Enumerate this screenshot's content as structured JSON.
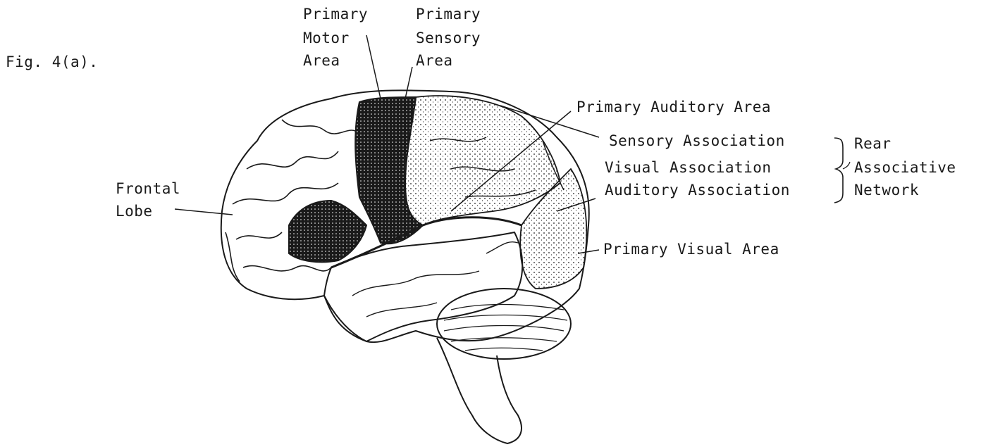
{
  "figure": {
    "caption": "Fig. 4(a).",
    "labels": {
      "primary_motor": [
        "Primary",
        "Motor",
        "Area"
      ],
      "primary_sensory": [
        "Primary",
        "Sensory",
        "Area"
      ],
      "primary_auditory": "Primary Auditory Area",
      "sensory_association": "Sensory Association",
      "visual_association": "Visual Association",
      "auditory_association": "Auditory Association",
      "rear_network": [
        "Rear",
        "Associative",
        "Network"
      ],
      "frontal_lobe": [
        "Frontal",
        "Lobe"
      ],
      "primary_visual": "Primary Visual Area"
    }
  },
  "colors": {
    "ink": "#1a1a1a",
    "paper": "#ffffff"
  }
}
